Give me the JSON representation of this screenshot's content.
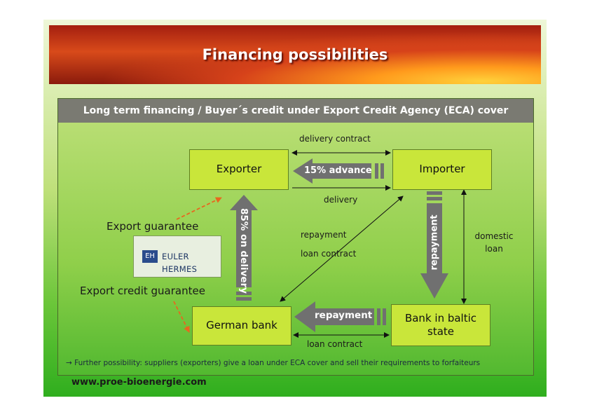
{
  "slide": {
    "title": "Financing possibilities",
    "panel_header": "Long term financing / Buyer´s credit under Export Credit Agency (ECA) cover",
    "footer_note": "→ Further possibility: suppliers (exporters) give a loan under ECA cover and sell their requirements to forfaiteurs",
    "website": "www.proe-bioenergie.com"
  },
  "nodes": {
    "exporter": "Exporter",
    "importer": "Importer",
    "german_bank": "German  bank",
    "baltic_bank": "Bank in baltic state"
  },
  "labels": {
    "delivery_contract": "delivery contract",
    "delivery": "delivery",
    "repayment_diag": "repayment",
    "loan_contract_diag": "loan contract",
    "domestic_loan": "domestic loan",
    "loan_contract_bottom": "loan contract",
    "export_guarantee": "Export guarantee",
    "export_credit_guarantee": "Export credit guarantee"
  },
  "big_arrows": {
    "advance": "15% advance",
    "on_delivery": "85% on delivery",
    "repayment_vertical": "repayment",
    "repayment_horizontal": "repayment"
  },
  "logo": {
    "mark": "EH",
    "name": "EULER HERMES"
  },
  "colors": {
    "node_fill": "#c9e63a",
    "big_arrow": "#707070",
    "guarantee_arrow": "#e8671e",
    "header_bar": "#7a7a72"
  }
}
